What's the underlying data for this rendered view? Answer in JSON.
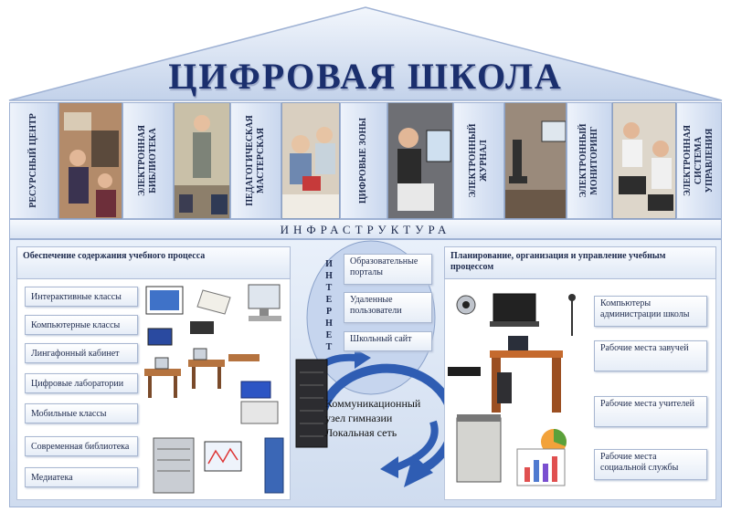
{
  "title": "ЦИФРОВАЯ ШКОЛА",
  "columns": [
    "РЕСУРСНЫЙ ЦЕНТР",
    "ЭЛЕКТРОННАЯ БИБЛИОТЕКА",
    "ПЕДАГОГИЧЕСКАЯ МАСТЕРСКАЯ",
    "ЦИФРОВЫЕ ЗОНЫ",
    "ЭЛЕКТРОННЫЙ ЖУРНАЛ",
    "ЭЛЕКТРОННЫЙ МОНИТОРИНГ",
    "ЭЛЕКТРОННАЯ СИСТЕМА УПРАВЛЕНИЯ"
  ],
  "infrastructure": "ИНФРАСТРУКТУРА",
  "left_panel": {
    "heading": "Обеспечение содержания учебного процесса",
    "items": [
      "Интерактивные классы",
      "Компьютерные классы",
      "Лингафонный кабинет",
      "Цифровые лаборатории",
      "Мобильные классы",
      "Современная библиотека",
      "Медиатека"
    ]
  },
  "center": {
    "internet": [
      "И",
      "Н",
      "Т",
      "Е",
      "Р",
      "Н",
      "Е",
      "Т"
    ],
    "items": [
      "Образовательные порталы",
      "Удаленные пользователи",
      "Школьный сайт"
    ],
    "node_lines": [
      "Коммуникационный",
      "узел гимназии",
      "Локальная сеть"
    ]
  },
  "right_panel": {
    "heading": "Планирование, организация и управление учебным процессом",
    "items": [
      "Компьютеры администрации школы",
      "Рабочие места завучей",
      "Рабочие места учителей",
      "Рабочие места социальной службы"
    ]
  }
}
